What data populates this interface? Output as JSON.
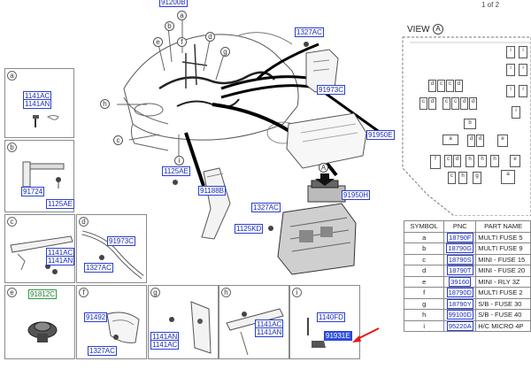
{
  "header": {
    "page": "1 of 2"
  },
  "view": {
    "label": "VIEW",
    "letter": "A"
  },
  "panels": [
    {
      "letter": "a",
      "pncs": [
        "1141AC",
        "1141AN"
      ]
    },
    {
      "letter": "b",
      "pncs": [
        "91724",
        "1125AE"
      ]
    },
    {
      "letter": "c",
      "pncs": [
        "1141AC",
        "1141AN"
      ]
    },
    {
      "letter": "d",
      "pncs": [
        "91973C",
        "1327AC"
      ]
    },
    {
      "letter": "e",
      "pncs": [
        "91812C"
      ]
    },
    {
      "letter": "f",
      "pncs": [
        "91492",
        "1327AC"
      ]
    },
    {
      "letter": "g",
      "pncs": [
        "1141AN",
        "1141AC"
      ]
    },
    {
      "letter": "h",
      "pncs": [
        "1141AC",
        "1141AN"
      ]
    },
    {
      "letter": "i",
      "pncs": [
        "1140FD",
        "91931E"
      ]
    }
  ],
  "main": {
    "top_pnc": "91200B",
    "callouts": [
      "a",
      "b",
      "c",
      "d",
      "e",
      "f",
      "g",
      "h",
      "i"
    ],
    "pncs": {
      "p1327ac_top": "1327AC",
      "p91973c": "91973C",
      "p91950e": "91950E",
      "p1125ae": "1125AE",
      "p91188b": "91188B",
      "p1327ac_mid": "1327AC",
      "p91950h": "91950H",
      "p1125kd": "1125KD"
    },
    "view_marker": "A"
  },
  "fuse_box_labels": {
    "row1": [
      "d",
      "c",
      "c",
      "d"
    ],
    "row2": [
      "c",
      "d",
      "c",
      "c",
      "d",
      "d"
    ],
    "row3": [
      "b"
    ],
    "row4": [
      "a",
      "d",
      "d",
      "e"
    ],
    "row5": [
      "f",
      "c",
      "d",
      "h",
      "h",
      "h",
      "e"
    ],
    "row6": [
      "c",
      "h",
      "g",
      "a"
    ],
    "right_col": [
      "i",
      "i",
      "i",
      "i",
      "i",
      "i",
      "i"
    ]
  },
  "symbol_table": {
    "headers": [
      "SYMBOL",
      "PNC",
      "PART NAME"
    ],
    "rows": [
      {
        "symbol": "a",
        "pnc": "18790F",
        "name": "MULTI FUSE 5"
      },
      {
        "symbol": "b",
        "pnc": "18790G",
        "name": "MULTI FUSE 9"
      },
      {
        "symbol": "c",
        "pnc": "18790S",
        "name": "MINI - FUSE 15"
      },
      {
        "symbol": "d",
        "pnc": "18790T",
        "name": "MINI - FUSE 20"
      },
      {
        "symbol": "e",
        "pnc": "39160",
        "name": "MINI - RLY 3Z"
      },
      {
        "symbol": "f",
        "pnc": "18790D",
        "name": "MULTI FUSE 2"
      },
      {
        "symbol": "g",
        "pnc": "18790Y",
        "name": "S/B - FUSE 30"
      },
      {
        "symbol": "h",
        "pnc": "99100D",
        "name": "S/B - FUSE 40"
      },
      {
        "symbol": "i",
        "pnc": "95220A",
        "name": "H/C MICRO 4P"
      }
    ]
  }
}
